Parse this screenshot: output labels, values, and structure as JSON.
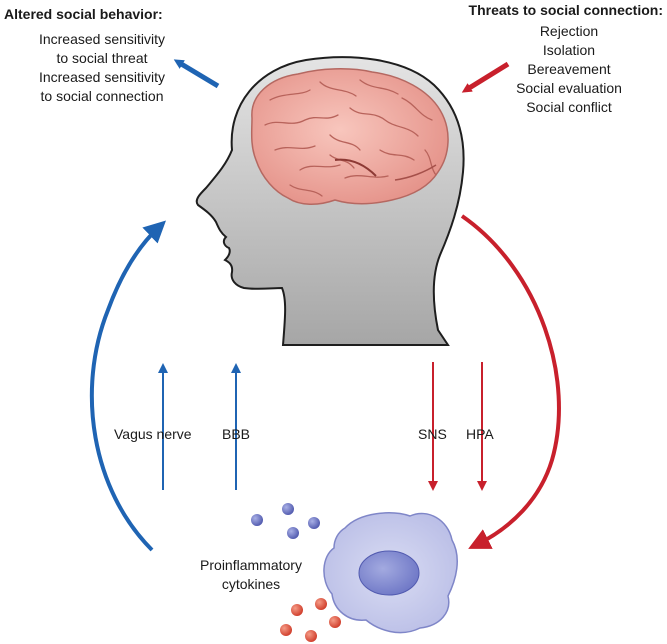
{
  "altered": {
    "heading": "Altered social behavior:",
    "lines": [
      "Increased sensitivity",
      "to social threat",
      "Increased sensitivity",
      "to social connection"
    ]
  },
  "threats": {
    "heading": "Threats to social connection:",
    "lines": [
      "Rejection",
      "Isolation",
      "Bereavement",
      "Social evaluation",
      "Social conflict"
    ]
  },
  "pathways": {
    "vagus": "Vagus nerve",
    "bbb": "BBB",
    "sns": "SNS",
    "hpa": "HPA"
  },
  "cytokines": {
    "line1": "Proinflammatory",
    "line2": "cytokines"
  },
  "colors": {
    "blue_arrow": "#1f64b3",
    "red_arrow": "#c8202c",
    "head_top": "#d7d7d7",
    "head_bottom": "#a9a9a9",
    "brain": "#f0aaa0",
    "blue_dot": "#6f78c4",
    "red_dot": "#e0533f",
    "cell": "#c7cbeb",
    "nucleus": "#7d86cf"
  }
}
